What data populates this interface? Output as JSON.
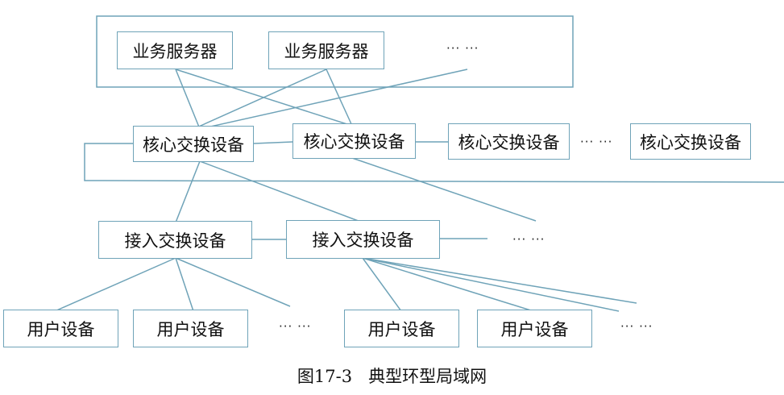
{
  "diagram": {
    "line_color": "#6fa3b8",
    "server_label": "业务服务器",
    "core_label": "核心交换设备",
    "access_label": "接入交换设备",
    "user_label": "用户设备",
    "ellipsis": "··· ···",
    "caption": "图17-3   典型环型局域网"
  }
}
